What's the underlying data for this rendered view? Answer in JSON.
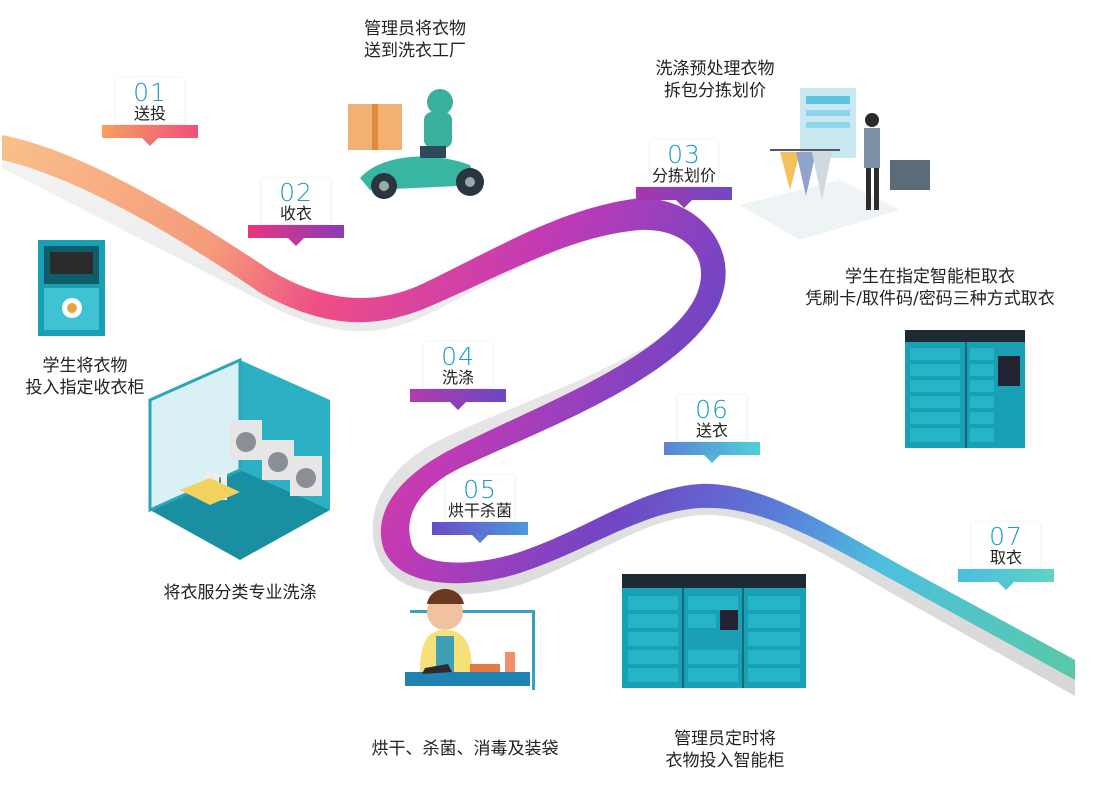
{
  "steps": [
    {
      "num": "01",
      "label": "送投",
      "color": "#f04a6f",
      "num_color": "#1a9cc8"
    },
    {
      "num": "02",
      "label": "收衣",
      "color": "#d7307e",
      "num_color": "#1a9cc8"
    },
    {
      "num": "03",
      "label": "分拣划价",
      "color": "#8e3fb8",
      "num_color": "#1a9cc8"
    },
    {
      "num": "04",
      "label": "洗涤",
      "color": "#9a3fb8",
      "num_color": "#1a9cc8"
    },
    {
      "num": "05",
      "label": "烘干杀菌",
      "color": "#6b56c6",
      "num_color": "#1a9cc8"
    },
    {
      "num": "06",
      "label": "送衣",
      "color": "#4fb1dd",
      "num_color": "#1a9cc8"
    },
    {
      "num": "07",
      "label": "取衣",
      "color": "#3fc6d6",
      "num_color": "#1a9cc8"
    }
  ],
  "captions": {
    "admin_send": [
      "管理员将衣物",
      "送到洗衣工厂"
    ],
    "pretreat": [
      "洗涤预处理衣物",
      "拆包分拣划价"
    ],
    "student_pick": [
      "学生在指定智能柜取衣",
      "凭刷卡/取件码/密码三种方式取衣"
    ],
    "student_drop": [
      "学生将衣物",
      "投入指定收衣柜"
    ],
    "sort_wash": [
      "将衣服分类专业洗涤"
    ],
    "dry_sterilize": [
      "烘干、杀菌、消毒及装袋"
    ],
    "admin_deliver": [
      "管理员定时将",
      "衣物投入智能柜"
    ]
  },
  "colors": {
    "road_orange": "#f7b07a",
    "road_pink": "#ef4e86",
    "road_magenta": "#c23bb8",
    "road_purple": "#7a47c4",
    "road_blue": "#57b3e2",
    "road_teal": "#55c9b2",
    "cabinet_teal": "#1c9bb1",
    "cabinet_dark": "#117686"
  }
}
